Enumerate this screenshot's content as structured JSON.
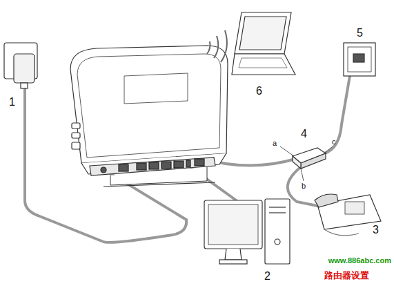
{
  "diagram": {
    "labels": [
      "1",
      "2",
      "3",
      "4",
      "5",
      "6",
      "a",
      "b",
      "c",
      "www.886abc.com",
      "路由器设置"
    ]
  }
}
